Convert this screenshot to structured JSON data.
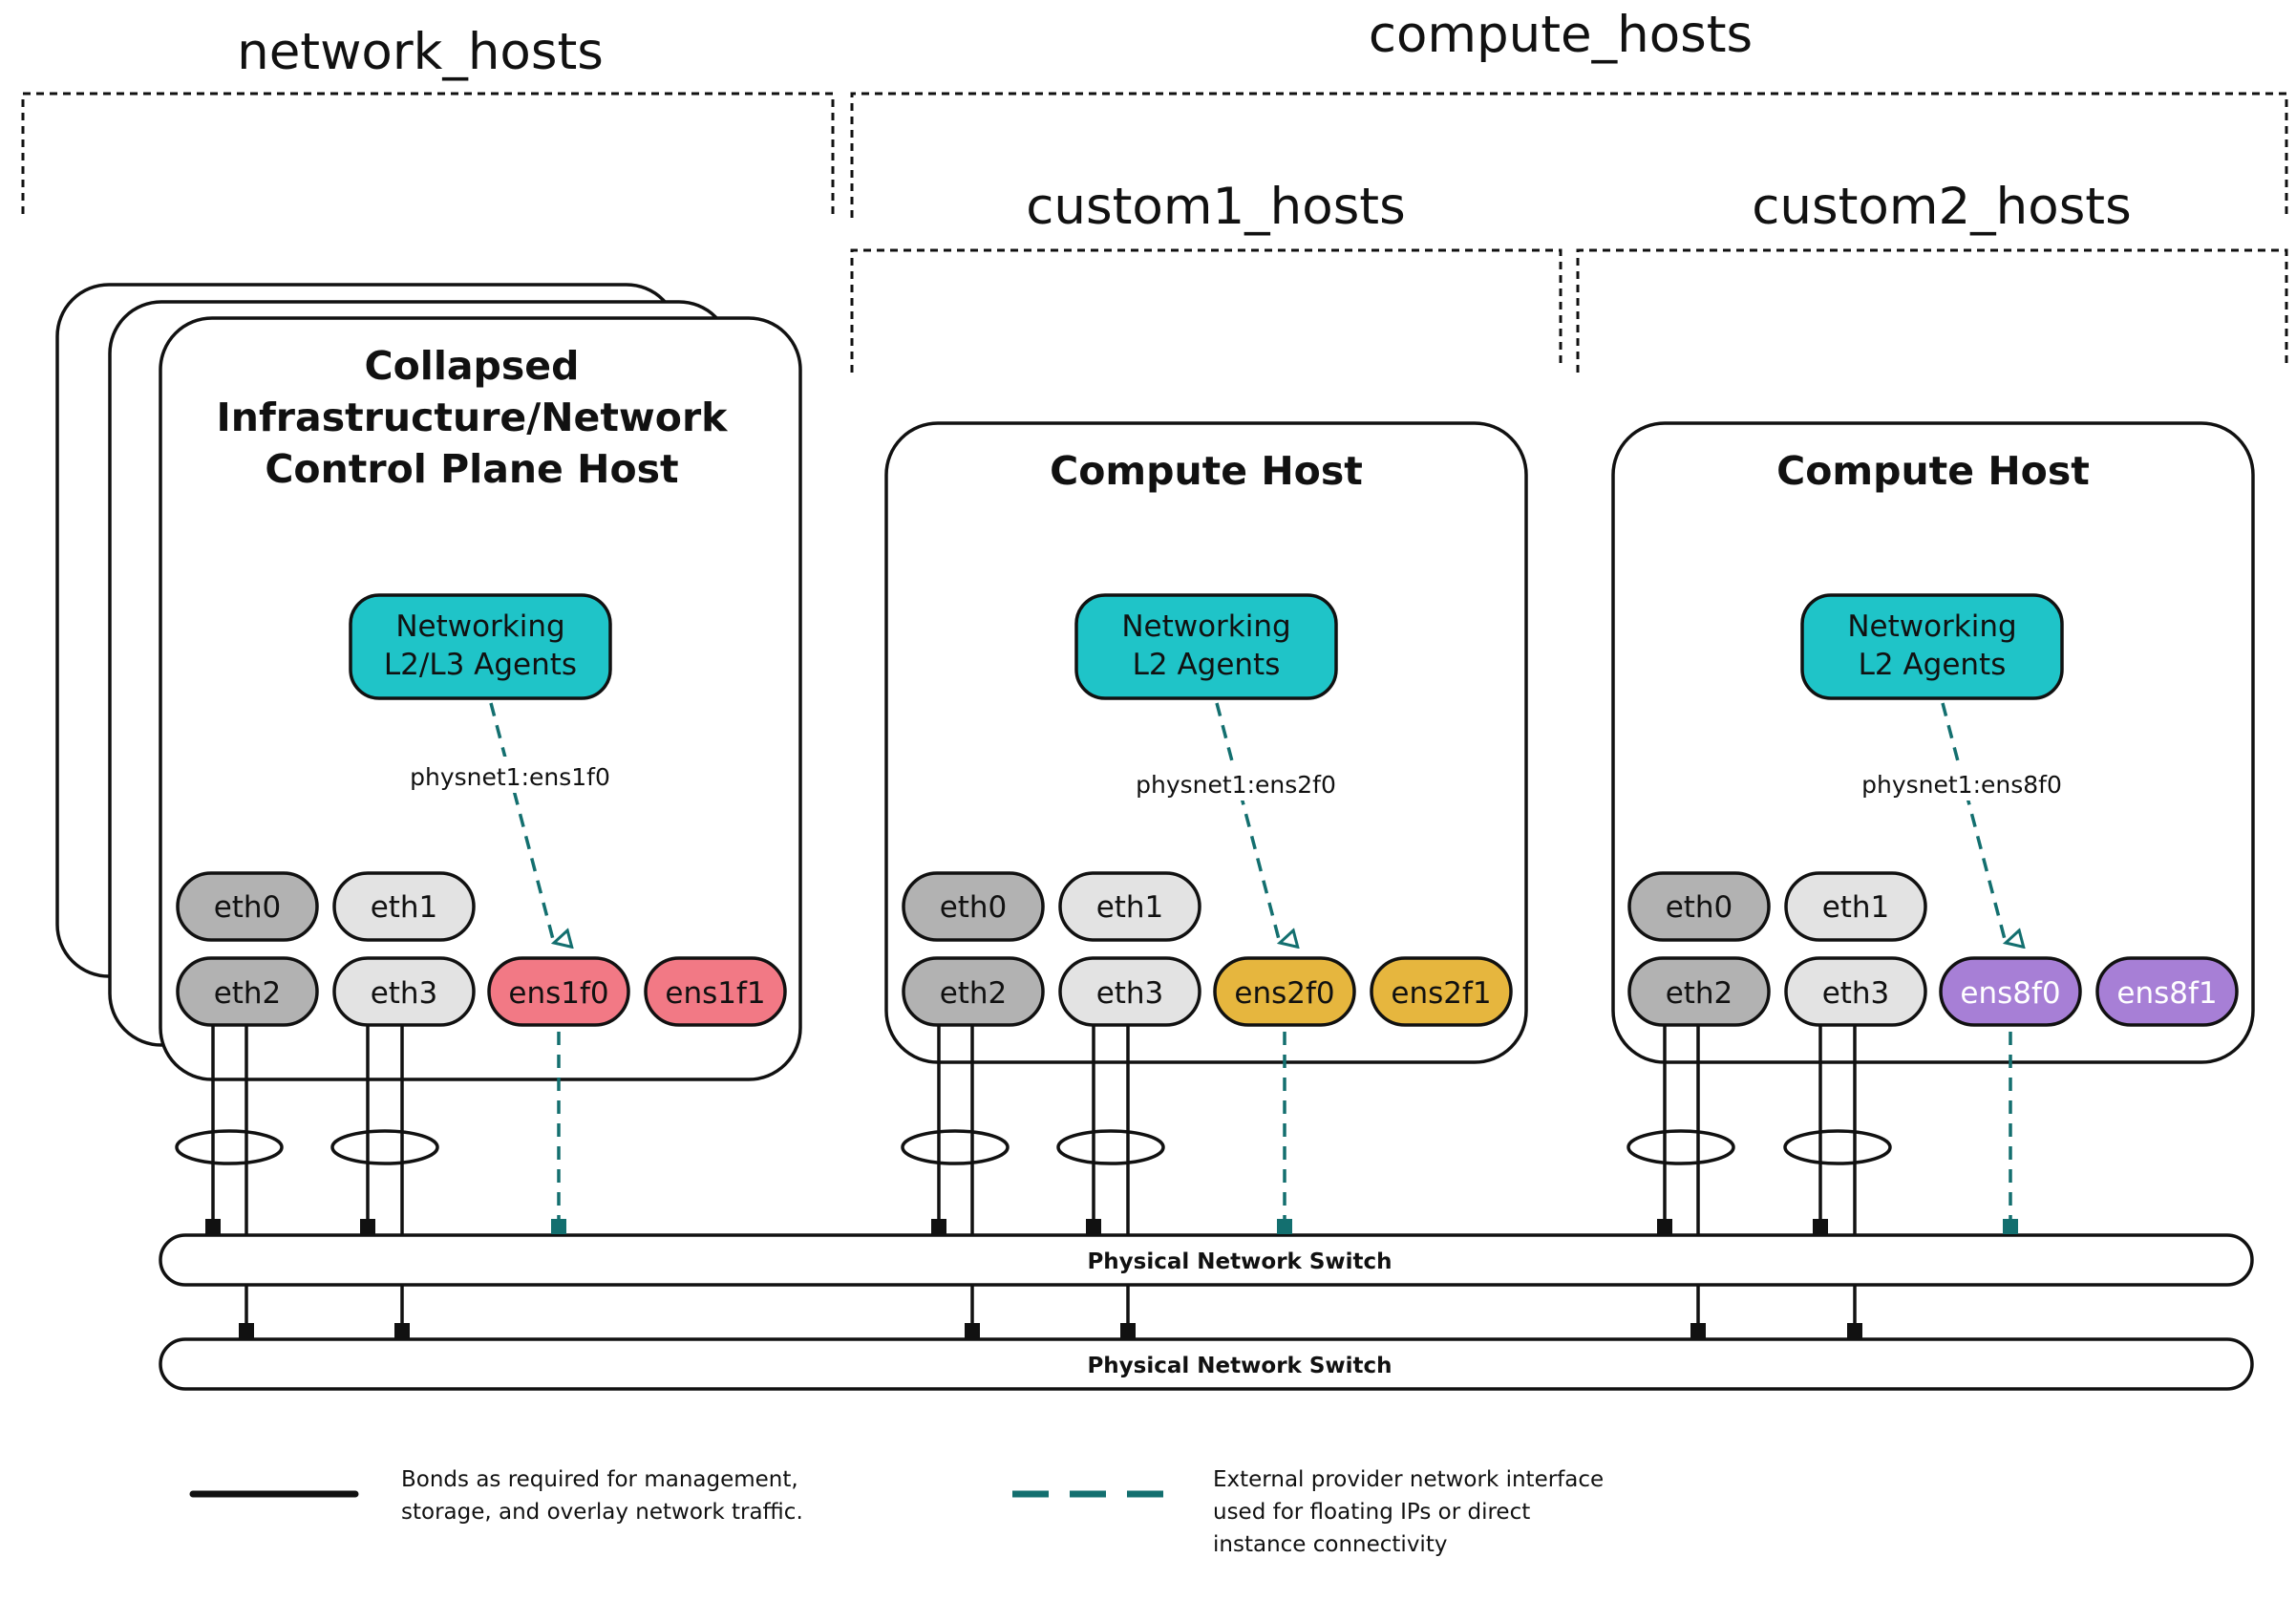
{
  "groups": {
    "network_hosts": "network_hosts",
    "compute_hosts": "compute_hosts",
    "custom1_hosts": "custom1_hosts",
    "custom2_hosts": "custom2_hosts"
  },
  "hosts": [
    {
      "title_lines": [
        "Collapsed",
        "Infrastructure/Network",
        "Control Plane Host"
      ],
      "agent_lines": [
        "Networking",
        "L2/L3 Agents"
      ],
      "physnet": "physnet1:ens1f0",
      "nics": [
        "eth0",
        "eth1",
        "eth2",
        "eth3",
        "ens1f0",
        "ens1f1"
      ],
      "provider_color": "#f27985"
    },
    {
      "title_lines": [
        "Compute Host"
      ],
      "agent_lines": [
        "Networking",
        "L2 Agents"
      ],
      "physnet": "physnet1:ens2f0",
      "nics": [
        "eth0",
        "eth1",
        "eth2",
        "eth3",
        "ens2f0",
        "ens2f1"
      ],
      "provider_color": "#e6b63e"
    },
    {
      "title_lines": [
        "Compute Host"
      ],
      "agent_lines": [
        "Networking",
        "L2 Agents"
      ],
      "physnet": "physnet1:ens8f0",
      "nics": [
        "eth0",
        "eth1",
        "eth2",
        "eth3",
        "ens8f0",
        "ens8f1"
      ],
      "provider_color": "#a77fd6"
    }
  ],
  "switches": [
    "Physical Network Switch",
    "Physical Network Switch"
  ],
  "legend": {
    "bond_lines": [
      "Bonds as required for management,",
      "storage, and overlay network traffic."
    ],
    "provider_lines": [
      "External provider network interface",
      "used for floating IPs or direct",
      "instance connectivity"
    ]
  },
  "colors": {
    "agent": "#1fc4c8",
    "eth_dark": "#b2b2b2",
    "eth_light": "#e3e3e3",
    "provider_link": "#136f6f"
  }
}
